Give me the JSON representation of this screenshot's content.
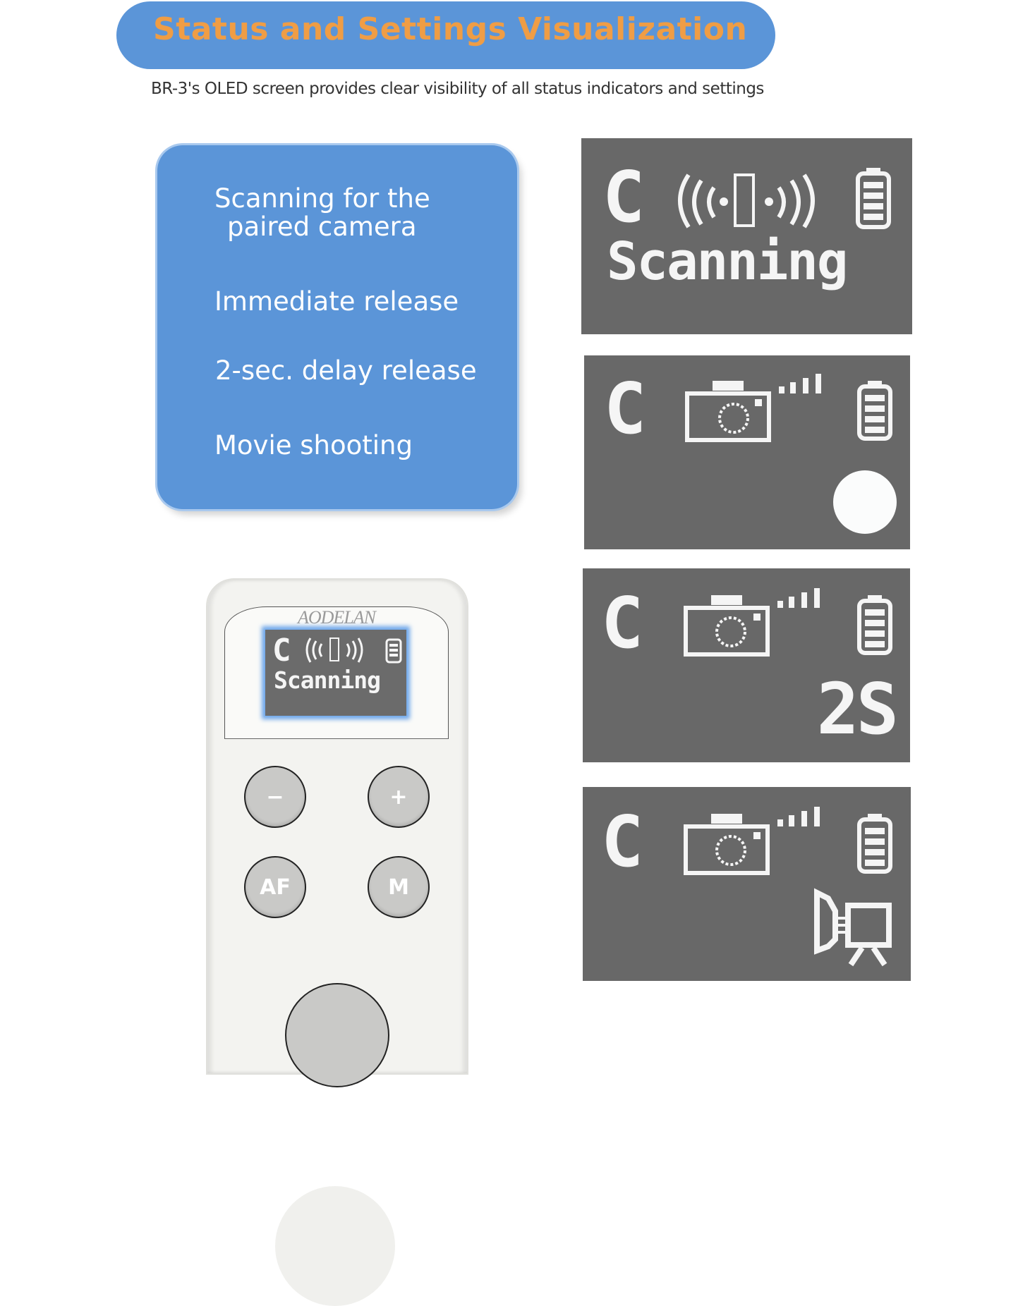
{
  "header": {
    "title": "Status and Settings Visualization",
    "subtitle": "BR-3's OLED screen provides clear visibility of all status indicators and settings",
    "banner_color": "#5b95d8",
    "title_color": "#ef9d45"
  },
  "legend": {
    "items": [
      {
        "line1": "Scanning for the",
        "line2": "paired camera"
      },
      {
        "line1": "Immediate release"
      },
      {
        "line1": "2-sec. delay release"
      },
      {
        "line1": "Movie shooting"
      }
    ]
  },
  "screens": [
    {
      "mode_letter": "C",
      "status_icon": "scanning-remote-icon",
      "battery_icon": "battery-full-icon",
      "text": "Scanning"
    },
    {
      "mode_letter": "C",
      "status_icon": "camera-icon",
      "signal_icon": "signal-bars-icon",
      "battery_icon": "battery-full-icon",
      "mode_icon": "filled-circle-icon"
    },
    {
      "mode_letter": "C",
      "status_icon": "camera-icon",
      "signal_icon": "signal-bars-icon",
      "battery_icon": "battery-full-icon",
      "text": "2S"
    },
    {
      "mode_letter": "C",
      "status_icon": "camera-icon",
      "signal_icon": "signal-bars-icon",
      "battery_icon": "battery-full-icon",
      "mode_icon": "movie-camera-icon"
    }
  ],
  "remote": {
    "brand": "AODELAN",
    "screen": {
      "mode_letter": "C",
      "text": "Scanning"
    },
    "buttons": {
      "minus": "−",
      "plus": "+",
      "af": "AF",
      "m": "M"
    }
  }
}
